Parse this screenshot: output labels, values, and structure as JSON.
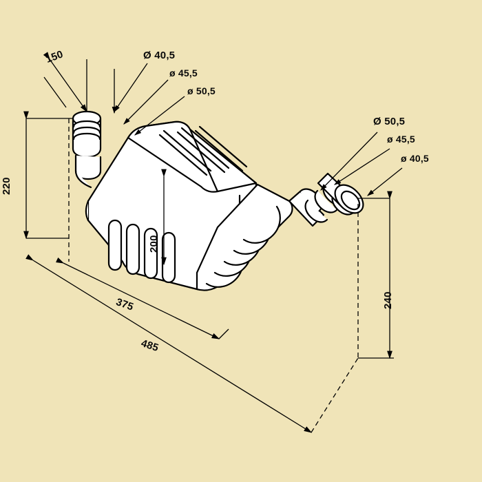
{
  "figure": {
    "title": "Technical dimension drawing of a submersible bilge pump with hose connectors",
    "background_color": "#f0e4b8",
    "line_color": "#000000",
    "fill_color": "#ffffff"
  },
  "dimensions": {
    "inlet_length": "150",
    "height_left": "220",
    "height_center": "200",
    "height_right": "240",
    "length_short": "375",
    "length_long": "485"
  },
  "diameters": {
    "left_large": "Ø 40,5",
    "left_medium": "ø 45,5",
    "left_small": "ø 50,5",
    "right_large": "Ø 50,5",
    "right_medium": "ø 45,5",
    "right_small": "ø 40,5"
  }
}
